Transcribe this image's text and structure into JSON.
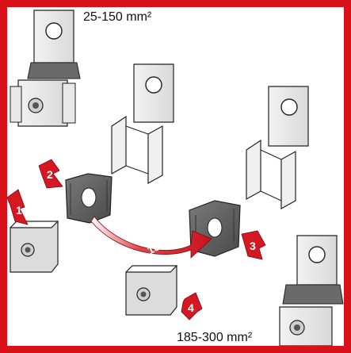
{
  "labels": {
    "top_range": "25-150 mm²",
    "bottom_range": "185-300 mm²"
  },
  "steps": {
    "step1": "1",
    "step2": "2",
    "step3": "3",
    "step4": "4",
    "rotation": "180°"
  },
  "colors": {
    "frame": "#d8111a",
    "arrow_red": "#d61822",
    "part_light": "#d6d6d6",
    "part_dark": "#595959"
  }
}
